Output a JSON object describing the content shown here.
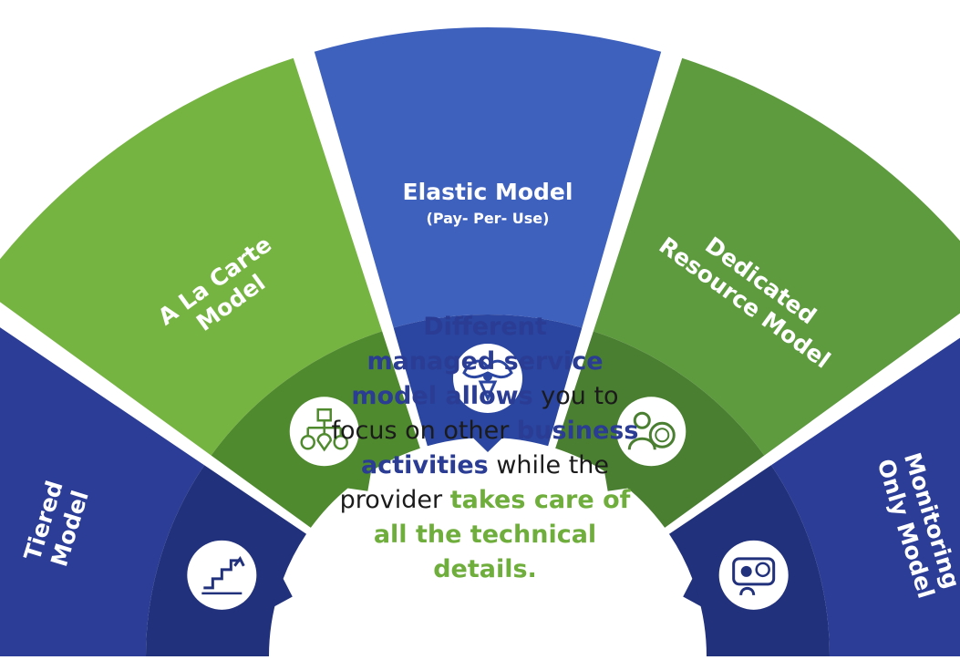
{
  "segments": [
    {
      "key": "tiered",
      "lines": [
        "Tiered",
        "Model"
      ],
      "icon": "stairs-growth-icon"
    },
    {
      "key": "a-la-carte",
      "lines": [
        "A La Carte",
        "Model"
      ],
      "icon": "hierarchy-options-icon"
    },
    {
      "key": "elastic",
      "lines": [
        "Elastic Model"
      ],
      "sub": "(Pay- Per- Use)",
      "icon": "handshake-icon"
    },
    {
      "key": "dedicated",
      "lines": [
        "Dedicated",
        "Resource Model"
      ],
      "icon": "support-agent-icon"
    },
    {
      "key": "monitoring",
      "lines": [
        "Monitoring",
        "Only Model"
      ],
      "icon": "monitoring-screen-icon"
    }
  ],
  "center": {
    "line1": "Different",
    "line2": "managed service",
    "line3_bold": "model allows",
    "line3_rest": " you to",
    "line4_plain": "focus on other ",
    "line4_bold": "business",
    "line5_bold": "activities",
    "line5_rest": " while the",
    "line6_plain": "provider ",
    "line6_green": "takes care of",
    "line7_green": "all the technical",
    "line8_green": "details."
  },
  "colors": {
    "blue_outer": "#2b3d96",
    "blue_inner": "#22317c",
    "elastic_outer": "#3f61be",
    "elastic_inner": "#2b46a0",
    "green_outer": "#76b442",
    "green_inner": "#4f8a2e",
    "dedicated_outer": "#5e9b3f",
    "dedicated_inner": "#4a7f31",
    "text_blue": "#2a3c93",
    "text_green": "#6fae3c"
  }
}
